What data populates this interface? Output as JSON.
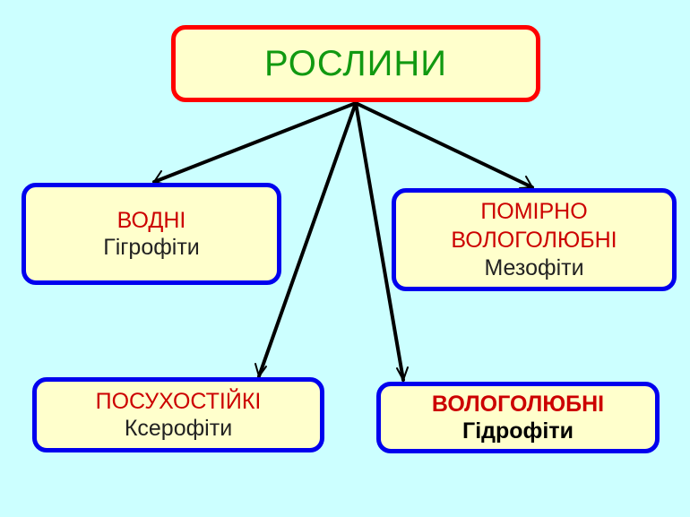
{
  "root": {
    "label": "РОСЛИНИ"
  },
  "nodes": {
    "vodni": {
      "title": "ВОДНІ",
      "subtitle": "Гігрофіти"
    },
    "pomirno": {
      "title_line1": "ПОМІРНО",
      "title_line2": "ВОЛОГОЛЮБНІ",
      "subtitle": "Мезофіти"
    },
    "posuhostiiki": {
      "title": "ПОСУХОСТІЙКІ",
      "subtitle": "Ксерофіти"
    },
    "vologolubni": {
      "title": "ВОЛОГОЛЮБНІ",
      "subtitle": "Гідрофіти"
    }
  },
  "colors": {
    "background": "#ccffff",
    "box_fill": "#ffffcc",
    "root_border": "#ff0000",
    "child_border": "#0000ee",
    "root_text": "#119911",
    "child_title": "#cc0000"
  }
}
